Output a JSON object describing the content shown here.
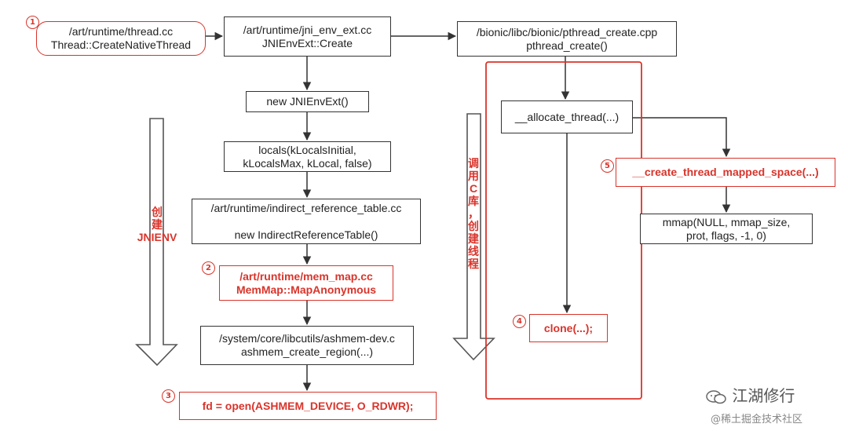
{
  "boxes": {
    "thread_cc": [
      "/art/runtime/thread.cc",
      "Thread::CreateNativeThread"
    ],
    "jni_env_ext": [
      "/art/runtime/jni_env_ext.cc",
      "JNIEnvExt::Create"
    ],
    "pthread_create": [
      "/bionic/libc/bionic/pthread_create.cpp",
      "pthread_create()"
    ],
    "new_jni": [
      "new JNIEnvExt()"
    ],
    "locals": [
      "locals(kLocalsInitial,",
      "kLocalsMax, kLocal, false)"
    ],
    "irt": [
      "/art/runtime/indirect_reference_table.cc",
      "",
      "new IndirectReferenceTable()"
    ],
    "mem_map": [
      "/art/runtime/mem_map.cc",
      "MemMap::MapAnonymous"
    ],
    "ashmem": [
      "/system/core/libcutils/ashmem-dev.c",
      "ashmem_create_region(...)"
    ],
    "fd_open": [
      "fd = open(ASHMEM_DEVICE, O_RDWR);"
    ],
    "allocate_thread": [
      "__allocate_thread(...)"
    ],
    "create_mapped": [
      "__create_thread_mapped_space(...)"
    ],
    "mmap": [
      "mmap(NULL, mmap_size,",
      "prot, flags, -1, 0)"
    ],
    "clone": [
      "clone(...);"
    ]
  },
  "badges": {
    "b1": "1",
    "b2": "2",
    "b3": "3",
    "b4": "4",
    "b5": "5"
  },
  "side_labels": {
    "left": [
      "创",
      "建",
      "JNIENV"
    ],
    "middle": [
      "调",
      "用",
      "C",
      "库",
      "，",
      "创",
      "建",
      "线",
      "程"
    ]
  },
  "footer": {
    "brand": "江湖修行",
    "credit": "@稀土掘金技术社区"
  },
  "colors": {
    "highlight": "#d9342b",
    "stroke": "#333333"
  }
}
